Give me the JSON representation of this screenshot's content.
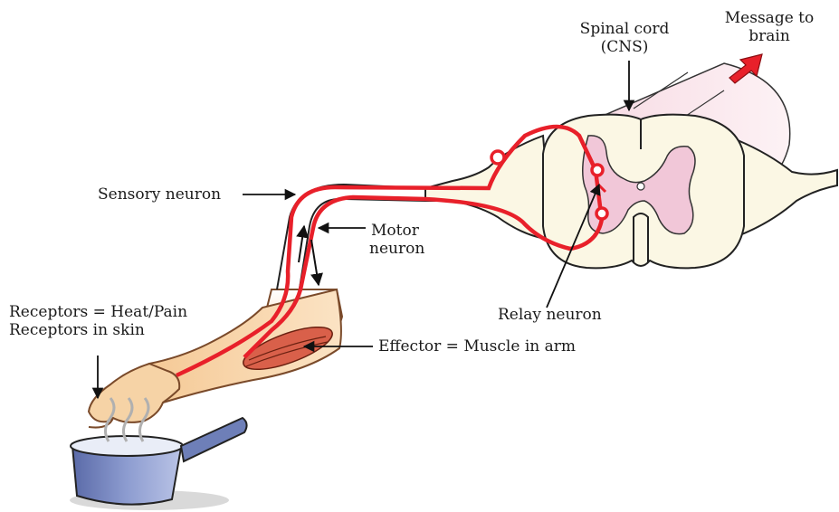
{
  "labels": {
    "spinal_cord_line1": "Spinal cord",
    "spinal_cord_line2": "(CNS)",
    "message_line1": "Message to",
    "message_line2": "brain",
    "sensory_neuron": "Sensory neuron",
    "motor_neuron_line1": "Motor",
    "motor_neuron_line2": "neuron",
    "relay_neuron": "Relay neuron",
    "receptors_line1": "Receptors = Heat/Pain",
    "receptors_line2": "Receptors in skin",
    "effector": "Effector = Muscle in arm"
  },
  "colors": {
    "neuron": "#e8202a",
    "spinal_cord_fill": "#fbf7e4",
    "grey_matter": "#f1c7d8",
    "skin": "#f6d3a6",
    "skin_outline": "#7a4a2a",
    "muscle": "#d9604a",
    "pot": "#6e7fb8",
    "brain_arrow": "#e8202a",
    "cord_shadow": "#f3d2dd"
  }
}
